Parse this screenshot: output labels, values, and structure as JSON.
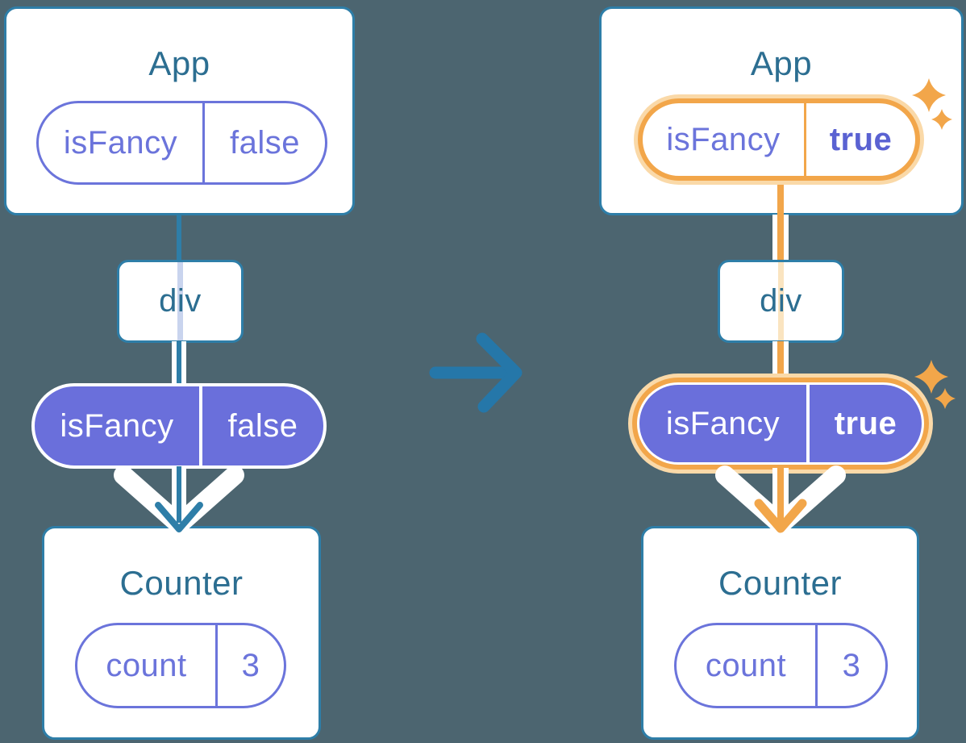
{
  "diagram_title": "context state change: isFancy false to true",
  "left": {
    "app_title": "App",
    "app_pill": {
      "key": "isFancy",
      "value": "false"
    },
    "div_label": "div",
    "context_pill": {
      "key": "isFancy",
      "value": "false"
    },
    "counter_title": "Counter",
    "counter_pill": {
      "key": "count",
      "value": "3"
    }
  },
  "right": {
    "app_title": "App",
    "app_pill": {
      "key": "isFancy",
      "value": "true"
    },
    "div_label": "div",
    "context_pill": {
      "key": "isFancy",
      "value": "true"
    },
    "counter_title": "Counter",
    "counter_pill": {
      "key": "count",
      "value": "3"
    }
  },
  "colors": {
    "background": "#4C6570",
    "card_fill": "#FFFFFF",
    "card_border_teal": "#2E7EA8",
    "title_text": "#2C6E91",
    "purple_text": "#6B74DB",
    "purple_bold_text": "#5A62D2",
    "purple_pill_fill": "#6A6FDB",
    "teal_line": "#2E7EA8",
    "transition_arrow": "#2577A9",
    "orange_highlight": "#F2A64A",
    "orange_glow": "#FAD9A8",
    "pale_lavender_line": "#C9D4EE",
    "pale_orange_line": "#FAE4C0",
    "white_pipe": "#FFFFFF"
  },
  "icons": {
    "sparkles": "sparkles",
    "transition_arrow": "right-arrow",
    "flow_arrow": "down-arrow"
  }
}
